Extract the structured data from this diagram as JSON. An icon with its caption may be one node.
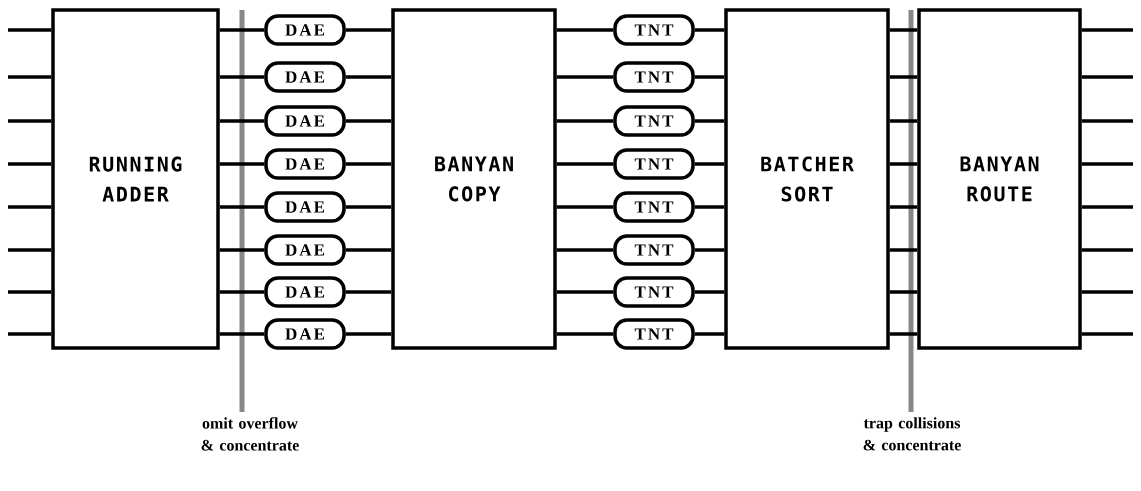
{
  "diagram": {
    "nodes": [
      {
        "text": [
          "RUNNING ADDER"
        ]
      },
      {
        "text": [
          "BANYAN COPY"
        ]
      },
      {
        "text": [
          "BATCHER SORT"
        ]
      },
      {
        "text": [
          "BANYAN ROUTE"
        ]
      },
      {
        "text": [
          "DAE"
        ]
      },
      {
        "text": [
          "DAE"
        ]
      },
      {
        "text": [
          "DAE"
        ]
      },
      {
        "text": [
          "DAE"
        ]
      },
      {
        "text": [
          "DAE"
        ]
      },
      {
        "text": [
          "DAE"
        ]
      },
      {
        "text": [
          "DAE"
        ]
      },
      {
        "text": [
          "DAE"
        ]
      },
      {
        "text": [
          "TNT"
        ]
      },
      {
        "text": [
          "TNT"
        ]
      },
      {
        "text": [
          "TNT"
        ]
      },
      {
        "text": [
          "TNT"
        ]
      },
      {
        "text": [
          "TNT"
        ]
      },
      {
        "text": [
          "TNT"
        ]
      },
      {
        "text": [
          "TNT"
        ]
      },
      {
        "text": [
          "TNT"
        ]
      }
    ],
    "edges": [
      {
        "from": null,
        "to": 0,
        "arrow": "none"
      },
      {
        "from": null,
        "to": 0,
        "arrow": "none"
      },
      {
        "from": null,
        "to": 0,
        "arrow": "none"
      },
      {
        "from": null,
        "to": 0,
        "arrow": "none"
      },
      {
        "from": null,
        "to": 0,
        "arrow": "none"
      },
      {
        "from": null,
        "to": 0,
        "arrow": "none"
      },
      {
        "from": null,
        "to": 0,
        "arrow": "none"
      },
      {
        "from": null,
        "to": 0,
        "arrow": "none"
      },
      {
        "from": 0,
        "to": 4,
        "arrow": "none"
      },
      {
        "from": 0,
        "to": 5,
        "arrow": "none"
      },
      {
        "from": 0,
        "to": 6,
        "arrow": "none"
      },
      {
        "from": 0,
        "to": 7,
        "arrow": "none"
      },
      {
        "from": 0,
        "to": 8,
        "arrow": "none"
      },
      {
        "from": 0,
        "to": 9,
        "arrow": "none"
      },
      {
        "from": 0,
        "to": 10,
        "arrow": "none"
      },
      {
        "from": 0,
        "to": 11,
        "arrow": "none"
      },
      {
        "from": 4,
        "to": 1,
        "arrow": "none"
      },
      {
        "from": 5,
        "to": 1,
        "arrow": "none"
      },
      {
        "from": 6,
        "to": 1,
        "arrow": "none"
      },
      {
        "from": 7,
        "to": 1,
        "arrow": "none"
      },
      {
        "from": 8,
        "to": 1,
        "arrow": "none"
      },
      {
        "from": 9,
        "to": 1,
        "arrow": "none"
      },
      {
        "from": 10,
        "to": 1,
        "arrow": "none"
      },
      {
        "from": 11,
        "to": 1,
        "arrow": "none"
      },
      {
        "from": 1,
        "to": 12,
        "arrow": "none"
      },
      {
        "from": 1,
        "to": 13,
        "arrow": "none"
      },
      {
        "from": 1,
        "to": 14,
        "arrow": "none"
      },
      {
        "from": 1,
        "to": 15,
        "arrow": "none"
      },
      {
        "from": 1,
        "to": 16,
        "arrow": "none"
      },
      {
        "from": 1,
        "to": 17,
        "arrow": "none"
      },
      {
        "from": 1,
        "to": 18,
        "arrow": "none"
      },
      {
        "from": 1,
        "to": 19,
        "arrow": "none"
      },
      {
        "from": 12,
        "to": 2,
        "arrow": "none"
      },
      {
        "from": 13,
        "to": 2,
        "arrow": "none"
      },
      {
        "from": 14,
        "to": 2,
        "arrow": "none"
      },
      {
        "from": 15,
        "to": 2,
        "arrow": "none"
      },
      {
        "from": 16,
        "to": 2,
        "arrow": "none"
      },
      {
        "from": 17,
        "to": 2,
        "arrow": "none"
      },
      {
        "from": 18,
        "to": 2,
        "arrow": "none"
      },
      {
        "from": 19,
        "to": 2,
        "arrow": "none"
      },
      {
        "from": 2,
        "to": 3,
        "arrow": "none"
      },
      {
        "from": 2,
        "to": 3,
        "arrow": "none"
      },
      {
        "from": 2,
        "to": 3,
        "arrow": "none"
      },
      {
        "from": 2,
        "to": 3,
        "arrow": "none"
      },
      {
        "from": 2,
        "to": 3,
        "arrow": "none"
      },
      {
        "from": 2,
        "to": 3,
        "arrow": "none"
      },
      {
        "from": 2,
        "to": 3,
        "arrow": "none"
      },
      {
        "from": 2,
        "to": 3,
        "arrow": "none"
      },
      {
        "from": 3,
        "to": null,
        "arrow": "none"
      },
      {
        "from": 3,
        "to": null,
        "arrow": "none"
      },
      {
        "from": 3,
        "to": null,
        "arrow": "none"
      },
      {
        "from": 3,
        "to": null,
        "arrow": "none"
      },
      {
        "from": 3,
        "to": null,
        "arrow": "none"
      },
      {
        "from": 3,
        "to": null,
        "arrow": "none"
      },
      {
        "from": 3,
        "to": null,
        "arrow": "none"
      },
      {
        "from": 3,
        "to": null,
        "arrow": "none"
      }
    ],
    "labels": [
      "omit overflow & concentrate",
      "trap collisions & concentrate"
    ]
  }
}
